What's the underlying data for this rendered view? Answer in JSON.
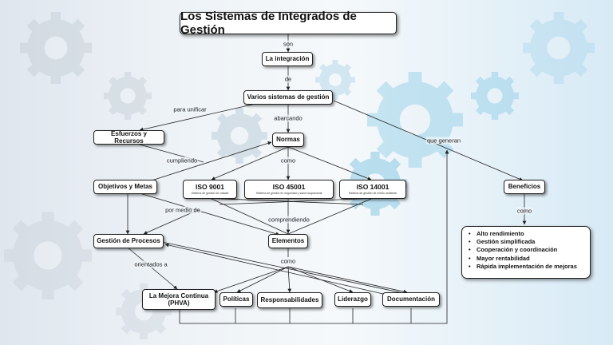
{
  "title": "Los Sistemas de Integrados de Gestión",
  "nodes": {
    "integracion": "La integración",
    "varios": "Varios sistemas de gestión",
    "esfuerzos": "Esfuerzos y Recursos",
    "normas": "Normas",
    "objetivos": "Objetivos y Metas",
    "iso9001": {
      "name": "ISO 9001",
      "desc": "Sistema de gestión de calidad"
    },
    "iso45001": {
      "name": "ISO 45001",
      "desc": "Sistema de gestión en seguridad y salud ocupacional"
    },
    "iso14001": {
      "name": "ISO 14001",
      "desc": "Sistema de gestión de medio ambiente"
    },
    "beneficios": "Beneficios",
    "gestion_procesos": "Gestión de Procesos",
    "elementos": "Elementos",
    "mejora_line1": "La Mejora Continua",
    "mejora_line2": "(PHVA)",
    "politicas": "Políticas",
    "responsabilidades": "Responsabilidades",
    "liderazgo": "Liderazgo",
    "documentacion": "Documentación"
  },
  "links": {
    "son": "son",
    "de": "de",
    "para_unificar": "para unificar",
    "abarcando": "abarcando",
    "que_generan": "que generan",
    "cumpliendo": "cumpliendo",
    "como_normas": "como",
    "como_beneficios": "como",
    "por_medio_de": "por medio de",
    "comprendiendo": "comprendiendo",
    "orientados_a": "orientados a",
    "como_elementos": "como"
  },
  "benefits": [
    "Alto rendimiento",
    "Gestión simplificada",
    "Cooperación y coordinación",
    "Mayor rentabilidad",
    "Rápida implementación de mejoras"
  ]
}
